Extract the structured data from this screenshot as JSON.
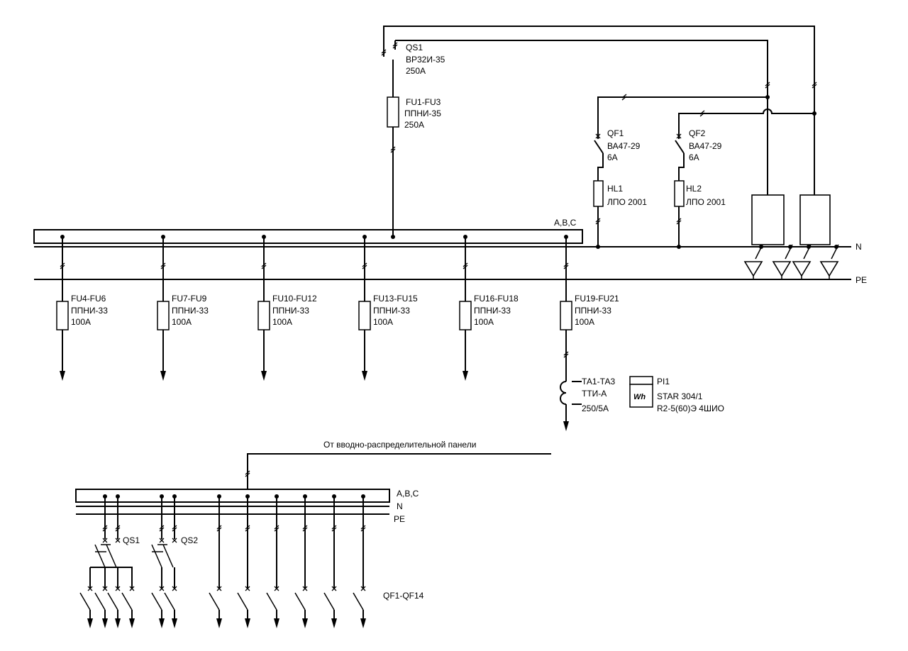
{
  "top": {
    "qs1": {
      "ref": "QS1",
      "type": "ВР32И-35",
      "rating": "250А"
    },
    "fu_main": {
      "ref": "FU1-FU3",
      "type": "ППНИ-35",
      "rating": "250А"
    },
    "qf1": {
      "ref": "QF1",
      "type": "ВА47-29",
      "rating": "6А"
    },
    "qf2": {
      "ref": "QF2",
      "type": "ВА47-29",
      "rating": "6А"
    },
    "hl1": {
      "ref": "HL1",
      "type": "ЛПО 2001"
    },
    "hl2": {
      "ref": "HL2",
      "type": "ЛПО 2001"
    },
    "bus_label": "А,В,С",
    "n_label": "N",
    "pe_label": "PE",
    "feeders": [
      {
        "ref": "FU4-FU6",
        "type": "ППНИ-33",
        "rating": "100А"
      },
      {
        "ref": "FU7-FU9",
        "type": "ППНИ-33",
        "rating": "100А"
      },
      {
        "ref": "FU10-FU12",
        "type": "ППНИ-33",
        "rating": "100А"
      },
      {
        "ref": "FU13-FU15",
        "type": "ППНИ-33",
        "rating": "100А"
      },
      {
        "ref": "FU16-FU18",
        "type": "ППНИ-33",
        "rating": "100А"
      },
      {
        "ref": "FU19-FU21",
        "type": "ППНИ-33",
        "rating": "100А"
      }
    ],
    "ta": {
      "ref": "ТА1-ТА3",
      "type": "ТТИ-А",
      "ratio": "250/5А"
    },
    "meter": {
      "ref": "PI1",
      "symbol": "Wh",
      "model": "STAR 304/1",
      "spec": "R2-5(60)Э 4ШИО"
    }
  },
  "bottom": {
    "supply_label": "От вводно-распределительной панели",
    "bus_label": "А,В,С",
    "n_label": "N",
    "pe_label": "PE",
    "qs1_label": "QS1",
    "qs2_label": "QS2",
    "qf_group_label": "QF1-QF14"
  }
}
